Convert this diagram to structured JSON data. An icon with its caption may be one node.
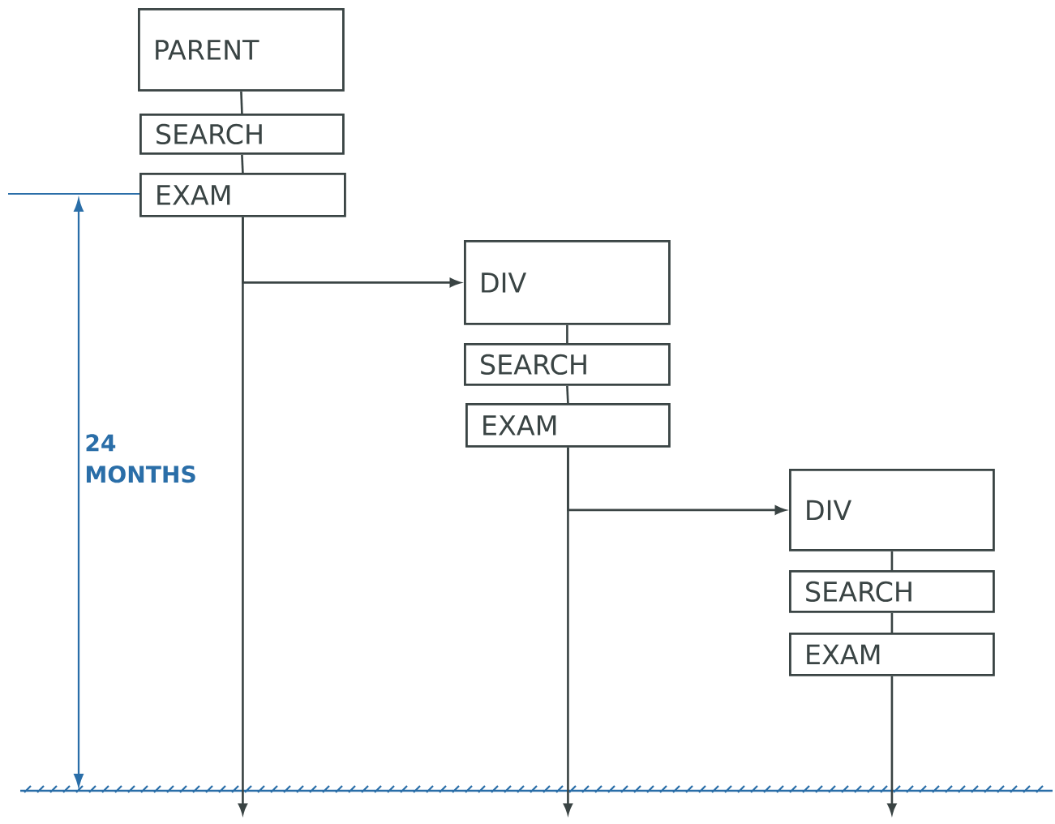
{
  "diagram": {
    "nodes": [
      {
        "text": [
          "PARENT"
        ]
      },
      {
        "text": [
          "SEARCH"
        ]
      },
      {
        "text": [
          "EXAM"
        ]
      },
      {
        "text": [
          "DIV"
        ]
      },
      {
        "text": [
          "SEARCH"
        ]
      },
      {
        "text": [
          "EXAM"
        ]
      },
      {
        "text": [
          "DIV"
        ]
      },
      {
        "text": [
          "SEARCH"
        ]
      },
      {
        "text": [
          "EXAM"
        ]
      }
    ],
    "edges": [
      {
        "from": 0,
        "to": 1,
        "arrow": "none"
      },
      {
        "from": 1,
        "to": 2,
        "arrow": "none"
      },
      {
        "from": 2,
        "to": 3,
        "arrow": "to"
      },
      {
        "from": 2,
        "to": null,
        "arrow": "to"
      },
      {
        "from": 3,
        "to": 4,
        "arrow": "none"
      },
      {
        "from": 4,
        "to": 5,
        "arrow": "none"
      },
      {
        "from": 5,
        "to": 6,
        "arrow": "to"
      },
      {
        "from": 5,
        "to": null,
        "arrow": "to"
      },
      {
        "from": 6,
        "to": 7,
        "arrow": "none"
      },
      {
        "from": 7,
        "to": 8,
        "arrow": "none"
      },
      {
        "from": 8,
        "to": null,
        "arrow": "to"
      }
    ],
    "labels": [
      "24 MONTHS"
    ]
  }
}
